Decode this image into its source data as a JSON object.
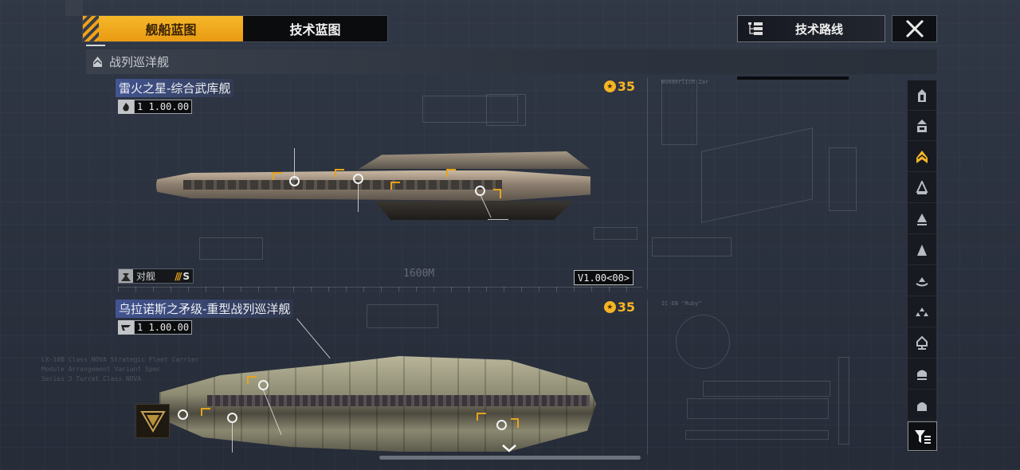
{
  "header": {
    "tabs": [
      {
        "label": "舰船蓝图",
        "active": true
      },
      {
        "label": "技术蓝图",
        "active": false
      }
    ],
    "tech_route_label": "技术路线",
    "close_icon": "close-icon"
  },
  "category": {
    "label": "战列巡洋舰",
    "icon": "battlecruiser-icon"
  },
  "ships": [
    {
      "name": "雷火之星-综合武库舰",
      "level_prefix": "1",
      "level_value": "1.00.00",
      "cost": "35",
      "role_label": "对舰",
      "role_strength": "///",
      "role_rank": "S",
      "length_label": "1600M",
      "version_label": "V1.00<00>"
    },
    {
      "name": "乌拉诺斯之矛级-重型战列巡洋舰",
      "level_prefix": "1",
      "level_value": "1.00.00",
      "cost": "35"
    }
  ],
  "blueprint_labels": {
    "module_a": "Wunderlich Zar",
    "module_b": "IC-EB \"Ruby\"",
    "faint_lines": [
      "LX-10B Class NOVA Strategic Fleet Carrier",
      "Module Arrangement Variant Spec",
      "Series 3 Turret Class NOVA"
    ]
  },
  "rail": {
    "items": [
      {
        "name": "carrier",
        "active": false
      },
      {
        "name": "cruiser-carrier",
        "active": false
      },
      {
        "name": "battlecruiser",
        "active": true
      },
      {
        "name": "cruiser",
        "active": false
      },
      {
        "name": "destroyer",
        "active": false
      },
      {
        "name": "frigate",
        "active": false
      },
      {
        "name": "corvette",
        "active": false
      },
      {
        "name": "fighter-squadron",
        "active": false
      },
      {
        "name": "auxiliary",
        "active": false
      },
      {
        "name": "support",
        "active": false
      },
      {
        "name": "utility",
        "active": false
      }
    ],
    "filter_icon": "filter-icon"
  },
  "colors": {
    "accent": "#f2a317",
    "active_icon": "#f5b525",
    "background": "#2b3240"
  }
}
